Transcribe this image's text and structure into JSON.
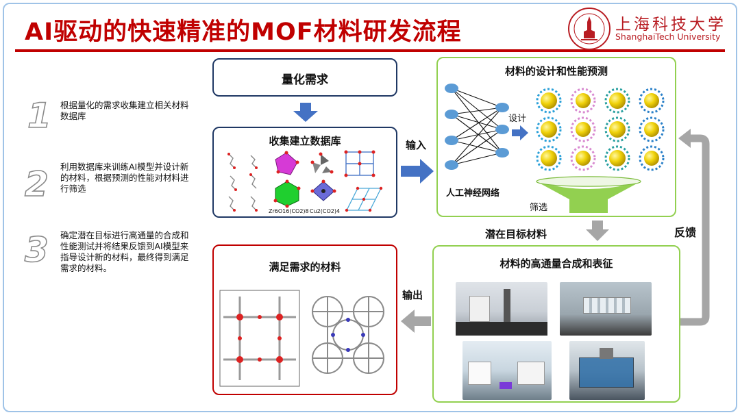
{
  "header": {
    "title": "AI驱动的快速精准的MOF材料研发流程",
    "university_cn": "上海科技大学",
    "university_en": "ShanghaiTech University"
  },
  "steps": [
    {
      "number": "1",
      "text": "根据量化的需求收集建立相关材料数据库"
    },
    {
      "number": "2",
      "text": "利用数据库来训练AI模型并设计新的材料，根据预测的性能对材料进行筛选"
    },
    {
      "number": "3",
      "text": "确定潜在目标进行高通量的合成和性能测试并将结果反馈到AI模型来指导设计新的材料，最终得到满足需求的材料。"
    }
  ],
  "flow": {
    "quantify": "量化需求",
    "database": "收集建立数据库",
    "input": "输入",
    "design": "材料的设计和性能预测",
    "neural_net": "人工神经网络",
    "design_arrow": "设计",
    "screen": "筛选",
    "candidate": "潜在目标材料",
    "feedback": "反馈",
    "synthesis": "材料的高通量合成和表征",
    "output": "输出",
    "result": "满足需求的材料",
    "formula_a": "Zr6O16(CO2)8",
    "formula_b": "Cu2(CO2)4"
  },
  "colors": {
    "title_red": "#c00000",
    "blue_box": "#1f3864",
    "green_box": "#92d050",
    "red_box": "#c00000",
    "arrow_blue": "#4472c4",
    "arrow_gray": "#a6a6a6",
    "node_blue": "#5b9bd5",
    "funnel_green": "#92d050"
  }
}
